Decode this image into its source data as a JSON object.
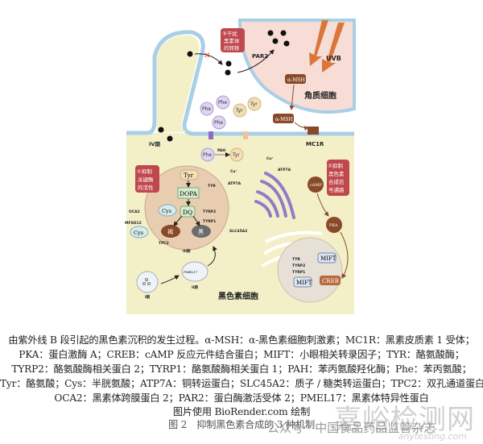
{
  "figure": {
    "box3": [
      "③干扰",
      "黑素体",
      "的转移"
    ],
    "par2": "PAR2",
    "uvb": "UVB",
    "amsh": "α-MSH",
    "keratinocyte": "角质细胞",
    "phe": "Phe",
    "tyr": "Tyr",
    "stage4": "IV期",
    "mc1r": "MC1R",
    "pah": "PAH",
    "box1": [
      "①抑制",
      "关键酶",
      "的活性"
    ],
    "box2": [
      "②抑制",
      "黑色素",
      "合成信",
      "号通路"
    ],
    "TYR": "TYR",
    "dopa": "DOPA",
    "dq": "DQ",
    "cys": "Cys",
    "oca2": "OCA2",
    "mfsd12": "MFSD12",
    "brown": "褐",
    "black": "黑",
    "tyrp2": "TYRP2",
    "tyrp1": "TYRP1",
    "slc45a2": "SLC45A2",
    "tpc2": "TPC2",
    "stage3": "III期",
    "stage2": "II期",
    "stage1": "I期",
    "pmel17": "PMEL17",
    "melanocyte": "黑色素细胞",
    "cu": "Cu⁺",
    "atp7a": "ATP7A",
    "camp": "cAMP",
    "pka": "PKA",
    "mift": "MIFT",
    "creb": "CREB"
  },
  "caption": {
    "lines": [
      "由紫外线 B 段引起的黑色素沉积的发生过程。α-MSH：α-黑色素细胞刺激素；MC1R：黑素皮质素 1 受体；",
      "PKA：蛋白激酶 A；CREB：cAMP 反应元件结合蛋白；MIFT：小眼相关转录因子；TYR：酪氨酸酶；",
      "TYRP2：酪氨酸酶相关蛋白 2；TYRP1：酪氨酸酶相关蛋白 1；PAH：苯丙氨酸羟化酶；Phe：苯丙氨酸；",
      "Tyr：酪氨酸；Cys：半胱氨酸；ATP7A：铜转运蛋白；SLC45A2：质子 / 糖类转运蛋白；TPC2：双孔通道蛋白 2；",
      "OCA2：黑素体跨膜蛋白 2；PAR2：蛋白酶激活受体 2；PMEL17：黑素体特异性蛋白"
    ],
    "credit": "图片使用 BioRender.com 绘制",
    "title": "图 2　抑制黑色素合成的 3 种机制"
  },
  "watermark": {
    "site": "嘉峪检测网",
    "account": "公众号 · 中国食品药品监管杂志",
    "url": "anytesting.com"
  },
  "colors": {
    "cytoplasm": "#f3f0c8",
    "keratinocyte": "#f8dcd6",
    "membrane": "#a9cfe6",
    "box": "#c0474b",
    "melanosome": "#e9cdb0",
    "brown": "#8a4a2a"
  }
}
